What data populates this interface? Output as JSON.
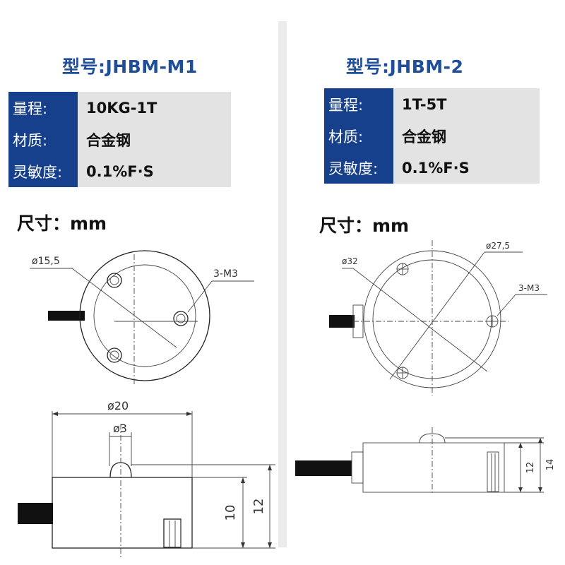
{
  "left": {
    "model": "型号:JHBM-M1",
    "specs": [
      {
        "label": "量程:",
        "value": "10KG-1T"
      },
      {
        "label": "材质:",
        "value": "合金钢"
      },
      {
        "label": "灵敏度:",
        "value": "0.1%F·S"
      }
    ],
    "size_label": "尺寸：mm",
    "dims": {
      "top_diameter": "ø15,5",
      "holes": "3-M3",
      "body_diameter": "ø20",
      "boss_diameter": "ø3",
      "h1": "10",
      "h2": "12"
    }
  },
  "right": {
    "model": "型号:JHBM-2",
    "specs": [
      {
        "label": "量程:",
        "value": "1T-5T"
      },
      {
        "label": "材质:",
        "value": "合金钢"
      },
      {
        "label": "灵敏度:",
        "value": "0.1%F·S"
      }
    ],
    "size_label": "尺寸：mm",
    "dims": {
      "d_outer": "ø32",
      "d_inner": "ø27,5",
      "holes": "3-M3",
      "h1": "12",
      "h2": "14"
    }
  },
  "colors": {
    "brand_blue": "#1f4e9b",
    "label_bg": "#163f8c",
    "value_bg": "#e3e3e3"
  }
}
